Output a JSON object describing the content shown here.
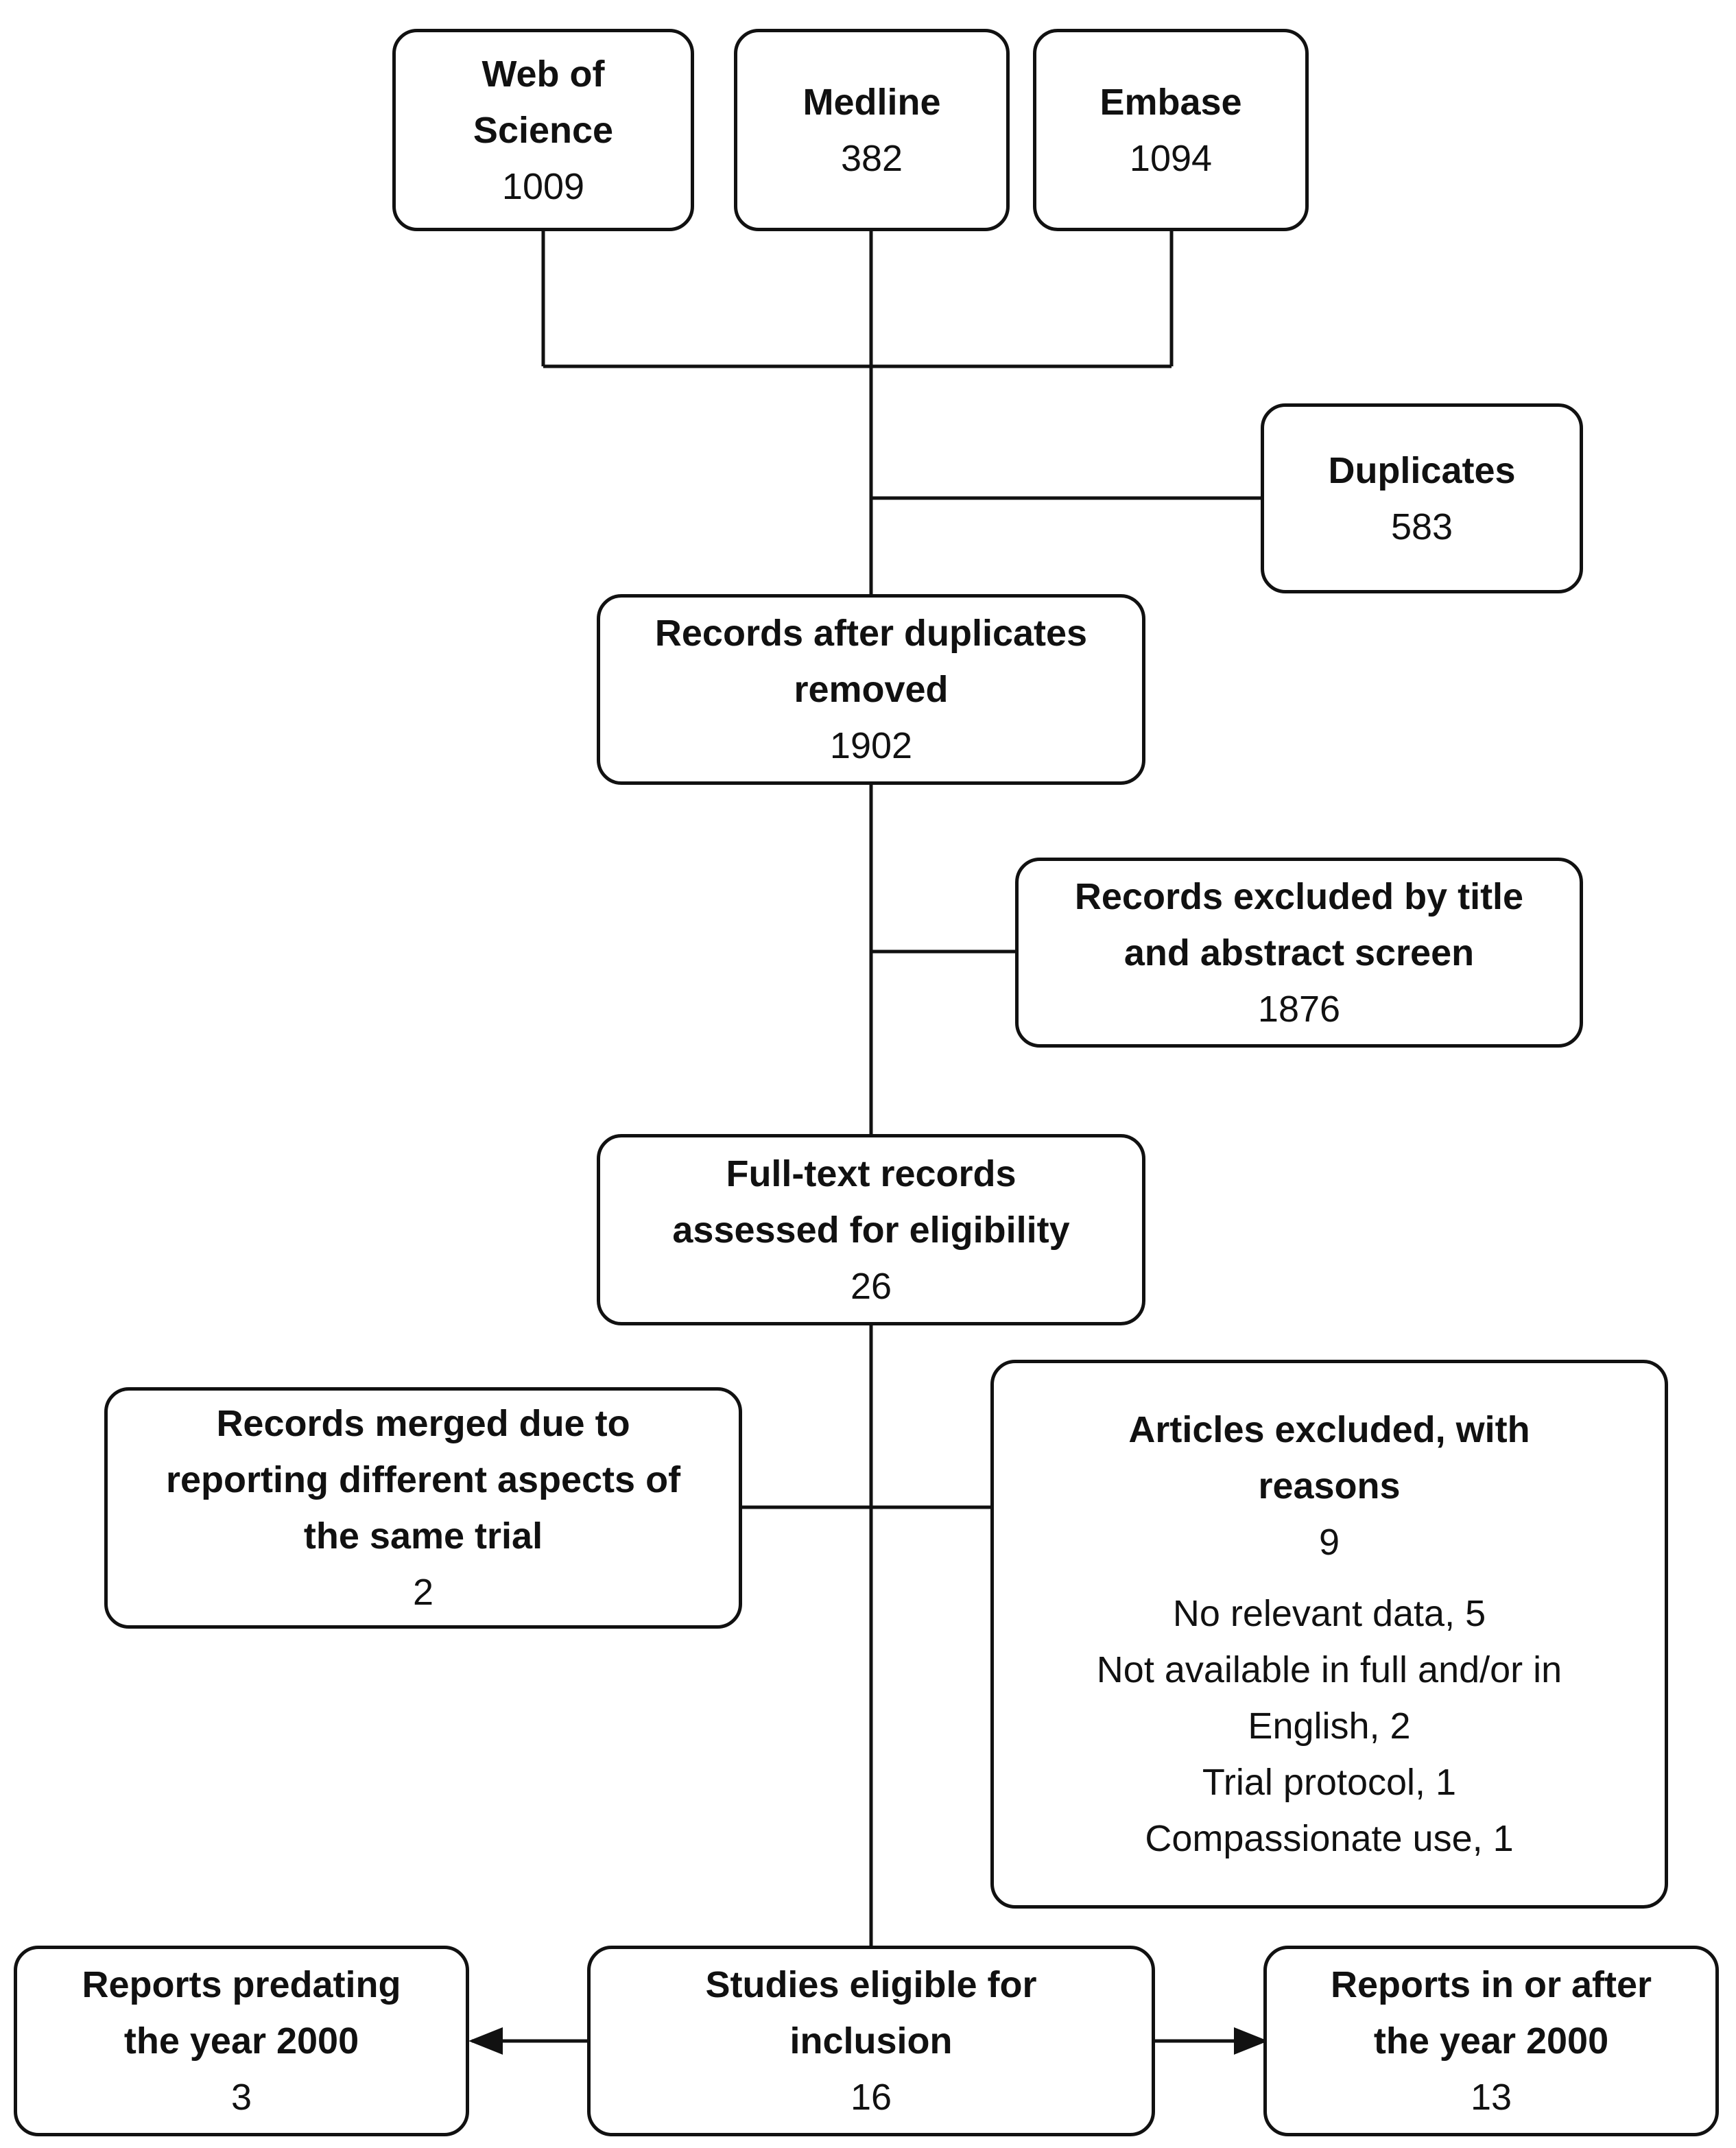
{
  "sources": [
    {
      "title": "Web of Science",
      "count": "1009"
    },
    {
      "title": "Medline",
      "count": "382"
    },
    {
      "title": "Embase",
      "count": "1094"
    }
  ],
  "duplicates": {
    "title": "Duplicates",
    "count": "583"
  },
  "after_duplicates": {
    "title": "Records after duplicates removed",
    "count": "1902"
  },
  "excluded_screen": {
    "title": "Records excluded by title and abstract screen",
    "count": "1876"
  },
  "full_text": {
    "title": "Full-text records assessed for eligibility",
    "count": "26"
  },
  "merged": {
    "title": "Records merged due to reporting different aspects of the same trial",
    "count": "2"
  },
  "articles_excluded": {
    "title": "Articles excluded, with reasons",
    "count": "9",
    "reasons": [
      "No relevant data, 5",
      "Not available in full and/or in English, 2",
      "Trial protocol, 1",
      "Compassionate use, 1"
    ]
  },
  "eligible": {
    "title": "Studies eligible for inclusion",
    "count": "16"
  },
  "predating": {
    "title": "Reports predating the year 2000",
    "count": "3"
  },
  "after_2000": {
    "title": "Reports in or after the year 2000",
    "count": "13"
  }
}
